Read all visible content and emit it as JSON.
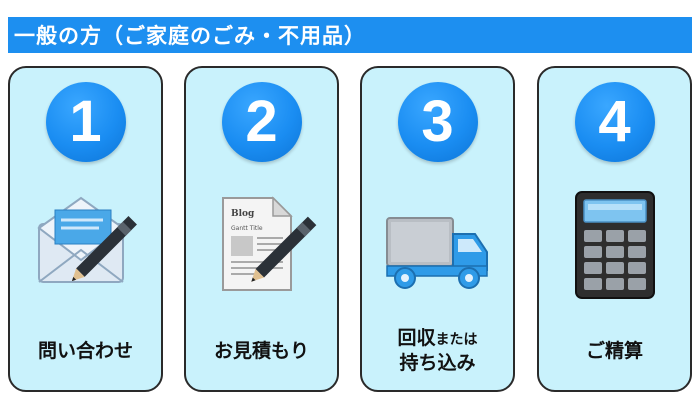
{
  "header": {
    "title": "一般の方（ご家庭のごみ・不用品）"
  },
  "steps": [
    {
      "number": "1",
      "label": "問い合わせ",
      "icon": "envelope-pen-icon"
    },
    {
      "number": "2",
      "label": "お見積もり",
      "icon": "document-pen-icon",
      "doc_title": "Blog",
      "doc_subtitle": "Gantt Title"
    },
    {
      "number": "3",
      "label_main": "回収",
      "label_small": "または",
      "label_line2": "持ち込み",
      "icon": "truck-icon"
    },
    {
      "number": "4",
      "label": "ご精算",
      "icon": "calculator-icon"
    }
  ],
  "colors": {
    "header_bg": "#1d8ff0",
    "card_bg": "#c9f2fc",
    "badge_blue": "#1a8df2"
  }
}
